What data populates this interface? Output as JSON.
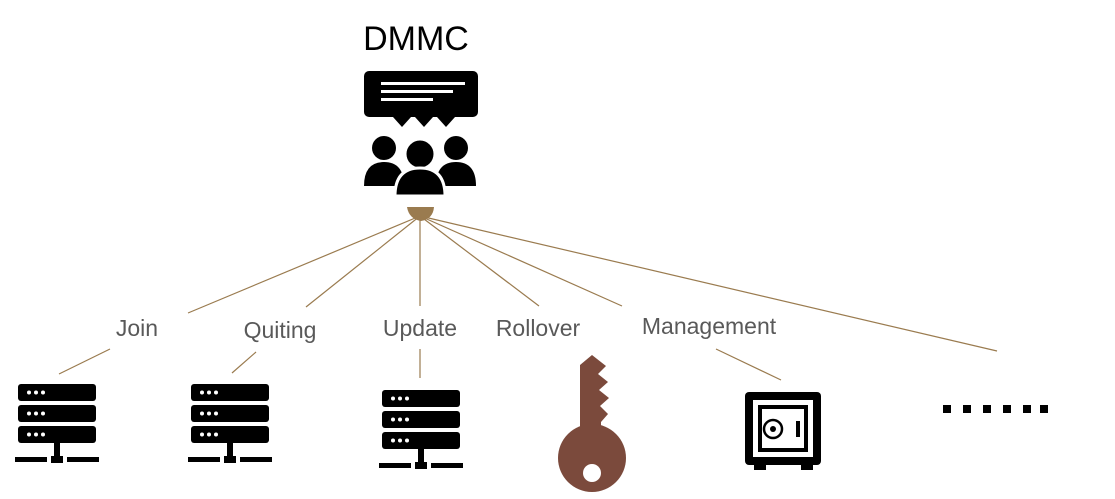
{
  "title": "DMMC",
  "colors": {
    "line": "#9a7b4f",
    "hub": "#9a7b4f",
    "icon": "#000000",
    "key": "#7b4a3c",
    "label": "#595959"
  },
  "operations": [
    {
      "id": "join",
      "label": "Join",
      "icon": "server-icon"
    },
    {
      "id": "quiting",
      "label": "Quiting",
      "icon": "server-icon"
    },
    {
      "id": "update",
      "label": "Update",
      "icon": "server-icon"
    },
    {
      "id": "rollover",
      "label": "Rollover",
      "icon": "key-icon"
    },
    {
      "id": "management",
      "label": "Management",
      "icon": "safe-icon"
    },
    {
      "id": "more",
      "label": "......",
      "icon": "ellipsis-icon"
    }
  ]
}
